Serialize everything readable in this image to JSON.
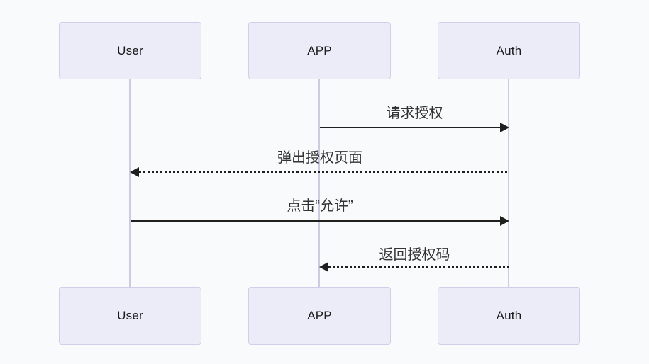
{
  "diagram": {
    "type": "sequence",
    "actors": [
      {
        "id": "user",
        "label": "User"
      },
      {
        "id": "app",
        "label": "APP"
      },
      {
        "id": "auth",
        "label": "Auth"
      }
    ],
    "messages": [
      {
        "label": "请求授权",
        "from": "APP",
        "to": "Auth",
        "line": "solid",
        "direction": "right"
      },
      {
        "label": "弹出授权页面",
        "from": "Auth",
        "to": "User",
        "line": "dashed",
        "direction": "left"
      },
      {
        "label": "点击“允许”",
        "from": "User",
        "to": "Auth",
        "line": "solid",
        "direction": "right"
      },
      {
        "label": "返回授权码",
        "from": "Auth",
        "to": "APP",
        "line": "dashed",
        "direction": "left"
      }
    ],
    "colors": {
      "background": "#f9fafc",
      "actor_fill": "#ececf9",
      "actor_border": "#cfcfea",
      "lifeline": "#cbcbe6",
      "arrow": "#1f1f1f",
      "text": "#333333"
    }
  }
}
